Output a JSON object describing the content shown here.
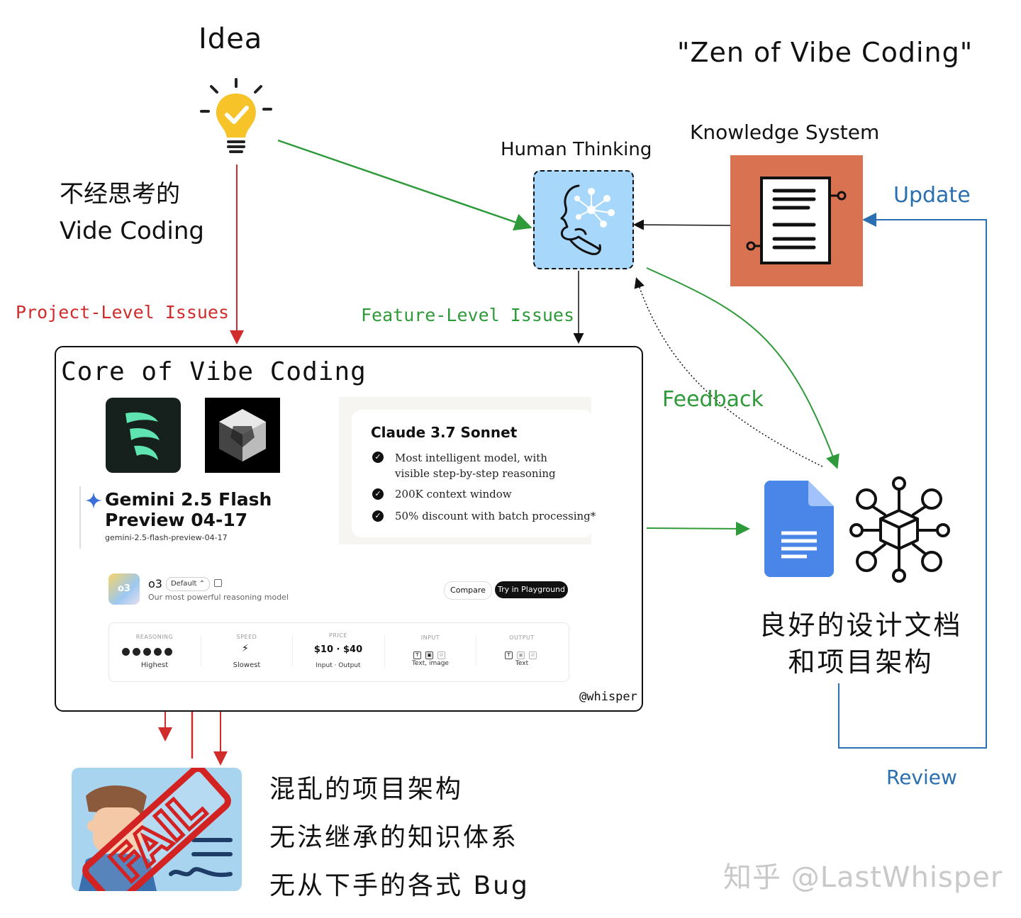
{
  "labels": {
    "idea": "Idea",
    "zen": "\"Zen of Vibe Coding\"",
    "human_thinking": "Human Thinking",
    "knowledge_system": "Knowledge System",
    "update": "Update",
    "no_thinking_line1": "不经思考的",
    "no_thinking_line2": "Vide Coding",
    "project_issues": "Project-Level Issues",
    "feature_issues": "Feature-Level Issues",
    "feedback": "Feedback",
    "good_docs_line1": "良好的设计文档",
    "good_docs_line2": "和项目架构",
    "review": "Review",
    "fail_line1": "混乱的项目架构",
    "fail_line2": "无法继承的知识体系",
    "fail_line3": "无从下手的各式 Bug",
    "fail_stamp": "FAIL",
    "watermark": "知乎 @LastWhisper"
  },
  "core": {
    "title": "Core of Vibe Coding",
    "signature": "@whisper",
    "claude": {
      "title": "Claude 3.7 Sonnet",
      "features": [
        "Most intelligent model, with visible step-by-step reasoning",
        "200K context window",
        "50% discount with batch processing*"
      ]
    },
    "gemini": {
      "title": "Gemini 2.5 Flash Preview 04-17",
      "subtitle": "gemini-2.5-flash-preview-04-17"
    },
    "o3": {
      "avatar": "o3",
      "name": "o3",
      "badge": "Default ⌃",
      "description": "Our most powerful reasoning model",
      "compare_label": "Compare",
      "try_label": "Try in Playground",
      "stats": [
        {
          "header": "REASONING",
          "value": "Highest"
        },
        {
          "header": "SPEED",
          "value": "Slowest"
        },
        {
          "header": "PRICE",
          "main": "$10 · $40",
          "value": "Input · Output"
        },
        {
          "header": "INPUT",
          "value": "Text, image"
        },
        {
          "header": "OUTPUT",
          "value": "Text"
        }
      ]
    }
  },
  "colors": {
    "red": "#d02c2c",
    "green": "#2f9a3a",
    "blue": "#2a6fb0",
    "human_box": "#a7d8fb",
    "knowledge_box": "#d97250",
    "doc_blue": "#4a86e8",
    "fail_bg": "#a9d4f0"
  },
  "icons": [
    "lightbulb-icon",
    "human-head-icon",
    "document-icon",
    "google-doc-icon",
    "network-cube-icon",
    "fail-stamp-icon",
    "cursor-logo-icon",
    "gem-logo-icon",
    "sparkle-icon",
    "gear-icon"
  ]
}
